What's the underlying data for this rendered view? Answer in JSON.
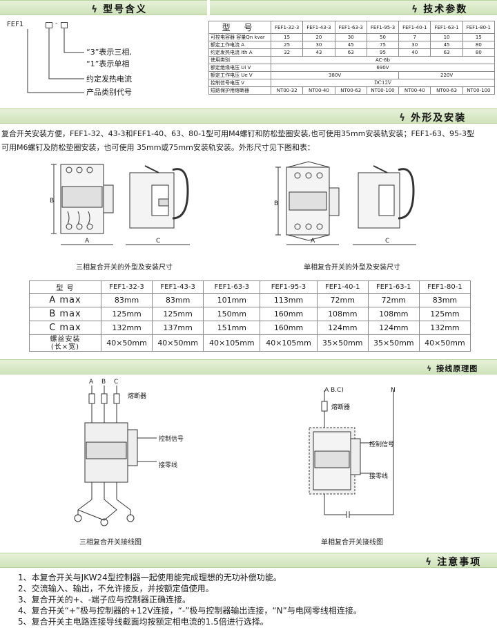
{
  "sections": {
    "model": "型号含义",
    "tech": "技术参数",
    "install": "外形及安装",
    "wiring": "接线原理图",
    "notes": "注意事项"
  },
  "model_code": {
    "prefix": "FEF1",
    "sep": "-",
    "line1": "“3”表示三相,",
    "line2": "“1”表示单相",
    "line3": "约定发热电流",
    "line4": "产品类别代号"
  },
  "spec": {
    "header_label": "型 号",
    "models": [
      "FEF1-32-3",
      "FEF1-43-3",
      "FEF1-63-3",
      "FEF1-95-3",
      "FEF1-40-1",
      "FEF1-63-1",
      "FEF1-80-1"
    ],
    "rows": [
      {
        "label": "可控电容器 容量Qn kvar",
        "values": [
          "15",
          "20",
          "30",
          "50",
          "7",
          "10",
          "15"
        ]
      },
      {
        "label": "额定工作电流 A",
        "values": [
          "25",
          "30",
          "45",
          "75",
          "30",
          "45",
          "80"
        ]
      },
      {
        "label": "约定发热电流    Ith  A",
        "values": [
          "32",
          "43",
          "63",
          "95",
          "40",
          "63",
          "80"
        ]
      }
    ],
    "usage_label": "使用类别",
    "usage_value": "AC-6b",
    "insul_label": "额定绝缘电压 Ui  V",
    "insul_value": "690V",
    "work_v_label": "额定工作电压 Ue  V",
    "work_v_3": "380V",
    "work_v_1": "220V",
    "ctrl_label": "控制信号电压  V",
    "ctrl_value": "DC12V",
    "fuse_label": "短路保护用熔断器",
    "fuse_values": [
      "NT00-32",
      "NT00-40",
      "NT00-63",
      "NT00-100",
      "NT00-40",
      "NT00-63",
      "NT00-100"
    ]
  },
  "install_text": {
    "line1": "复合开关安装方便，FEF1-32、43-3和FEF1-40、63、80-1型可用M4螺钉和防松垫圈安装,也可使用35mm安装轨安装；FEF1-63、95-3型",
    "line2": "可用M6螺钉及防松垫圈安装，也可使用 35mm或75mm安装轨安装。外形尺寸见下图和表："
  },
  "figures": {
    "three_phase_caption": "三相复合开关的外型及安装尺寸",
    "single_phase_caption": "单相复合开关的外型及安装尺寸",
    "dim_a": "A",
    "dim_b": "B",
    "dim_c": "C"
  },
  "dim": {
    "header_label": "型    号",
    "models": [
      "FEF1-32-3",
      "FEF1-43-3",
      "FEF1-63-3",
      "FEF1-95-3",
      "FEF1-40-1",
      "FEF1-63-1",
      "FEF1-80-1"
    ],
    "rows": [
      {
        "label": "A max",
        "values": [
          "83mm",
          "83mm",
          "101mm",
          "113mm",
          "72mm",
          "72mm",
          "83mm"
        ]
      },
      {
        "label": "B max",
        "values": [
          "125mm",
          "125mm",
          "150mm",
          "160mm",
          "108mm",
          "108mm",
          "125mm"
        ]
      },
      {
        "label": "C max",
        "values": [
          "132mm",
          "137mm",
          "151mm",
          "160mm",
          "124mm",
          "124mm",
          "132mm"
        ]
      }
    ],
    "screw_label1": "螺丝安装",
    "screw_label2": "(长×宽)",
    "screw_values": [
      "40×50mm",
      "40×50mm",
      "40×105mm",
      "40×105mm",
      "35×50mm",
      "35×50mm",
      "40×50mm"
    ]
  },
  "wiring": {
    "phase_a": "A",
    "phase_b": "B",
    "phase_c": "C",
    "fuse": "熔断器",
    "ctrl": "控制信号",
    "neutral": "接零线",
    "abc": "A B.C)",
    "n": "N",
    "three_caption": "三相复合开关接线图",
    "single_caption": "单相复合开关接线图"
  },
  "notes": [
    "1、本复合开关与JKW24型控制器一起使用能完成理想的无功补偿功能。",
    "2、交流输入、输出，不允许接反，并按额定值使用。",
    "3、复合开关的+、-端子应与控制器正确连接。",
    "4、复合开关“+”极与控制器的+12V连接，“-”极与控制器输出连接，“N”与电网零线相连接。",
    "5、复合开关主电路连接导线截面均按额定相电流的1.5倍进行选择。"
  ],
  "colors": {
    "bar": "#d6e8c4",
    "bar_border": "#b8d29e"
  }
}
